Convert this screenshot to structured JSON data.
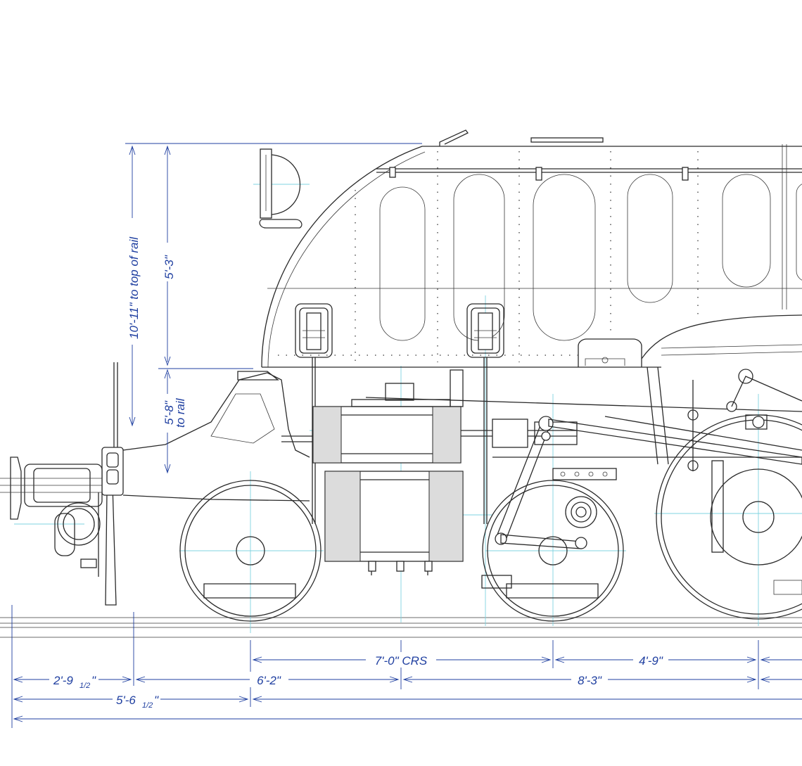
{
  "dimensions": {
    "overall_height": "10'-11\" to top of rail",
    "upper_height": "5'-3\"",
    "lower_height_line1": "5'-8\"",
    "lower_height_line2": "to rail",
    "cylinder_centers": "7'-0\" CRS",
    "wheel_spacing": "4'-9\"",
    "front_overhang": "2'-9",
    "front_overhang_fraction": "1/2",
    "coupler_to_cylinder": "6'-2\"",
    "cylinder_to_driver": "8'-3\"",
    "coupler_to_truck": "5'-6",
    "coupler_to_truck_fraction": "1/2"
  },
  "colors": {
    "linework": "#2a2a2a",
    "dimension": "#1f3fa0",
    "centerline": "#7fd3e0",
    "background": "#ffffff"
  }
}
